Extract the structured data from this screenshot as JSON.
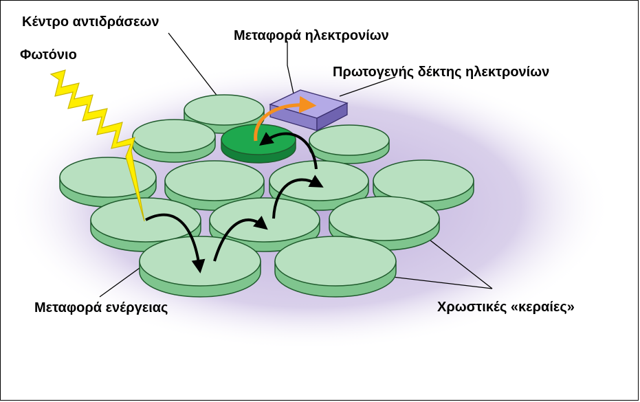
{
  "labels": {
    "reaction_center": "Κέντρο αντιδράσεων",
    "photon": "Φωτόνιο",
    "electron_transfer": "Μεταφορά ηλεκτρονίων",
    "primary_acceptor": "Πρωτογενής δέκτης ηλεκτρονίων",
    "energy_transfer": "Μεταφορά ενέργειας",
    "antenna_pigments": "Χρωστικές «κεραίες»"
  },
  "colors": {
    "disk_top": "#b8e0c0",
    "disk_side": "#7fc58e",
    "disk_outline": "#1f5a2c",
    "reaction_center_top": "#1ea84e",
    "reaction_center_side": "#14803a",
    "acceptor_box": "#9b8fd6",
    "glow": "#b8a6d8",
    "photon": "#ffee00",
    "electron_arrow": "#f5901e",
    "energy_arrow": "#000000"
  },
  "icons": {
    "photon": "lightning-bolt-icon",
    "electron_path": "curved-arrow-icon",
    "energy_path": "curved-arrow-icon"
  }
}
